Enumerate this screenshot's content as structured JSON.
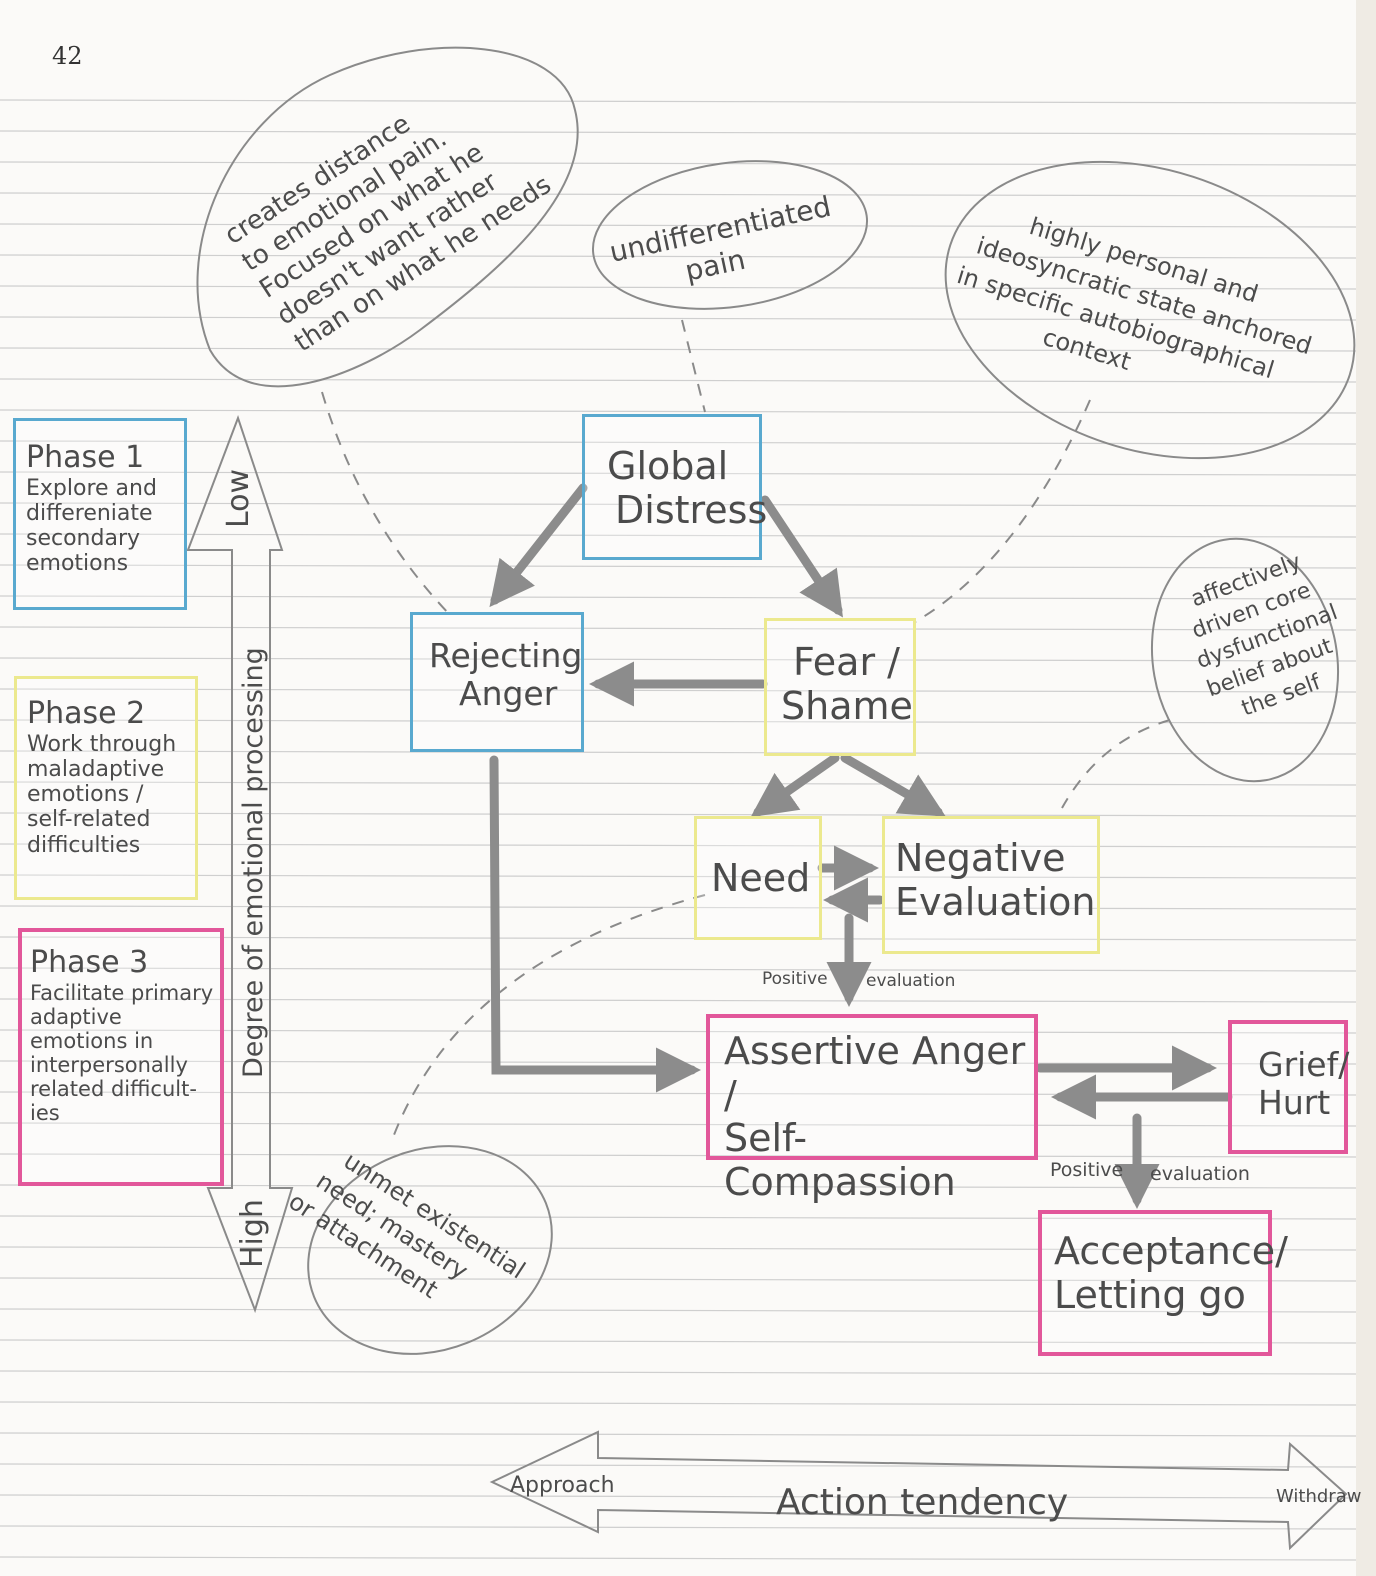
{
  "page_number": "42",
  "phases": [
    {
      "title": "Phase 1",
      "desc": "Explore and differeniate secondary emotions",
      "color": "#59a9cf"
    },
    {
      "title": "Phase 2",
      "desc": "Work through maladaptive emotions / self-related difficulties",
      "color": "#ece98e"
    },
    {
      "title": "Phase 3",
      "desc": "Facilitate primary adaptive emotions in interpersonally related difficult- ies",
      "color": "#e2579a"
    }
  ],
  "processing_axis": {
    "low": "Low",
    "high": "High",
    "label": "Degree of emotional processing"
  },
  "nodes": {
    "global_distress": [
      "Global",
      "Distress"
    ],
    "rejecting_anger": [
      "Rejecting",
      "Anger"
    ],
    "fear_shame": [
      "Fear /",
      "Shame"
    ],
    "need": [
      "Need"
    ],
    "negative_evaluation": [
      "Negative",
      "Evaluation"
    ],
    "assertive_anger": [
      "Assertive Anger /",
      "Self-Compassion"
    ],
    "grief_hurt": [
      "Grief/",
      "Hurt"
    ],
    "acceptance": [
      "Acceptance/",
      "Letting go"
    ]
  },
  "edge_labels": {
    "positive_evaluation_1": [
      "Positive",
      "evaluation"
    ],
    "positive_evaluation_2": [
      "Positive",
      "evaluation"
    ]
  },
  "bubbles": {
    "creates_distance": [
      "creates distance",
      "to emotional pain.",
      "Focused on what he",
      "doesn't want rather",
      "than on what he needs"
    ],
    "undifferentiated": [
      "undifferentiated",
      "pain"
    ],
    "highly_personal": [
      "highly personal and",
      "ideosyncratic state anchored",
      "in specific autobiographical",
      "context"
    ],
    "affectively": [
      "affectively",
      "driven core",
      "dysfunctional",
      "belief about",
      "the self"
    ],
    "unmet": [
      "unmet existential",
      "need; mastery",
      "or attachment"
    ]
  },
  "action_axis": {
    "label": "Action tendency",
    "left": "Approach",
    "right": "Withdraw"
  },
  "colors": {
    "phase1": "#59a9cf",
    "phase2": "#ece98e",
    "phase3": "#e2579a",
    "pencil": "#8c8c8c",
    "ruled_line": "#c9c9c9"
  }
}
